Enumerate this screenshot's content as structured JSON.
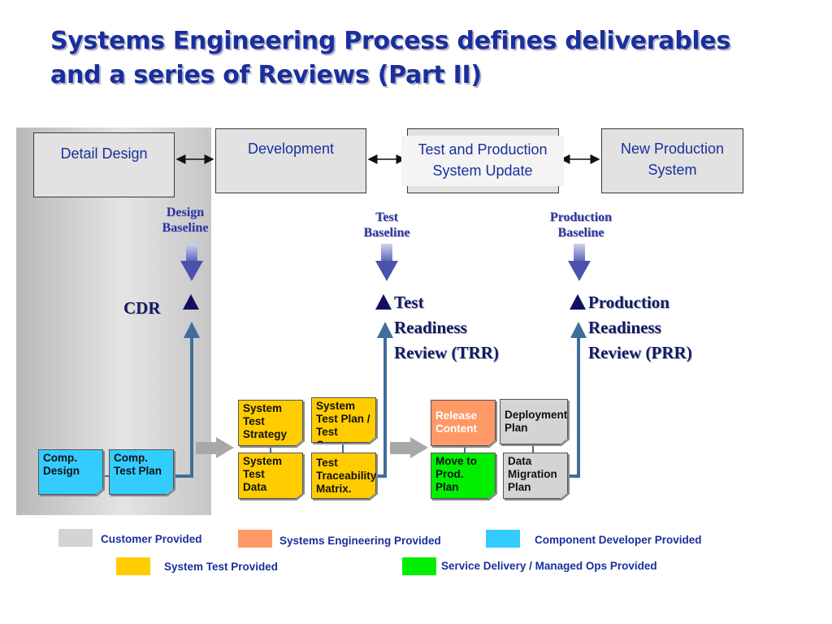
{
  "title": {
    "line1": "Systems Engineering Process defines deliverables",
    "line2": "and a series of Reviews (Part II)"
  },
  "phases": {
    "detail_design": "Detail Design",
    "development": "Development",
    "test_production": [
      "Test and Production",
      "System Update"
    ],
    "new_production": [
      "New Production",
      "System"
    ]
  },
  "baselines": {
    "design": [
      "Design",
      "Baseline"
    ],
    "test": [
      "Test",
      "Baseline"
    ],
    "production": [
      "Production",
      "Baseline"
    ]
  },
  "reviews": {
    "cdr": "CDR",
    "trr": [
      "Test",
      "Readiness",
      "Review (TRR)"
    ],
    "prr": [
      "Production",
      "Readiness",
      "Review (PRR)"
    ]
  },
  "deliverables": {
    "comp_design": [
      "Comp.",
      "Design"
    ],
    "comp_test_plan": [
      "Comp.",
      "Test Plan"
    ],
    "system_test_strategy": [
      "System",
      "Test",
      "Strategy"
    ],
    "system_test_plan": [
      "System",
      "Test Plan /",
      "Test Cases"
    ],
    "system_test_data": [
      "System",
      "Test",
      "Data"
    ],
    "test_traceability": [
      "Test",
      "Traceability",
      "Matrix."
    ],
    "release_content": [
      "Release",
      "Content"
    ],
    "deployment_plan": [
      "Deployment",
      "Plan"
    ],
    "move_to_prod": [
      "Move to",
      "Prod.",
      "Plan"
    ],
    "data_migration": [
      "Data",
      "Migration",
      "Plan"
    ]
  },
  "legend": {
    "customer": "Customer Provided",
    "systems_engineering": "Systems Engineering Provided",
    "component_developer": "Component Developer Provided",
    "system_test": "System Test Provided",
    "service_delivery": "Service Delivery / Managed Ops Provided"
  },
  "colors": {
    "customer": "#d4d4d4",
    "systems_engineering": "#ff9966",
    "component_developer": "#33ccff",
    "system_test": "#ffcc00",
    "service_delivery": "#00ee00",
    "title": "#1a2f9c",
    "connector": "#3f6e9a"
  }
}
